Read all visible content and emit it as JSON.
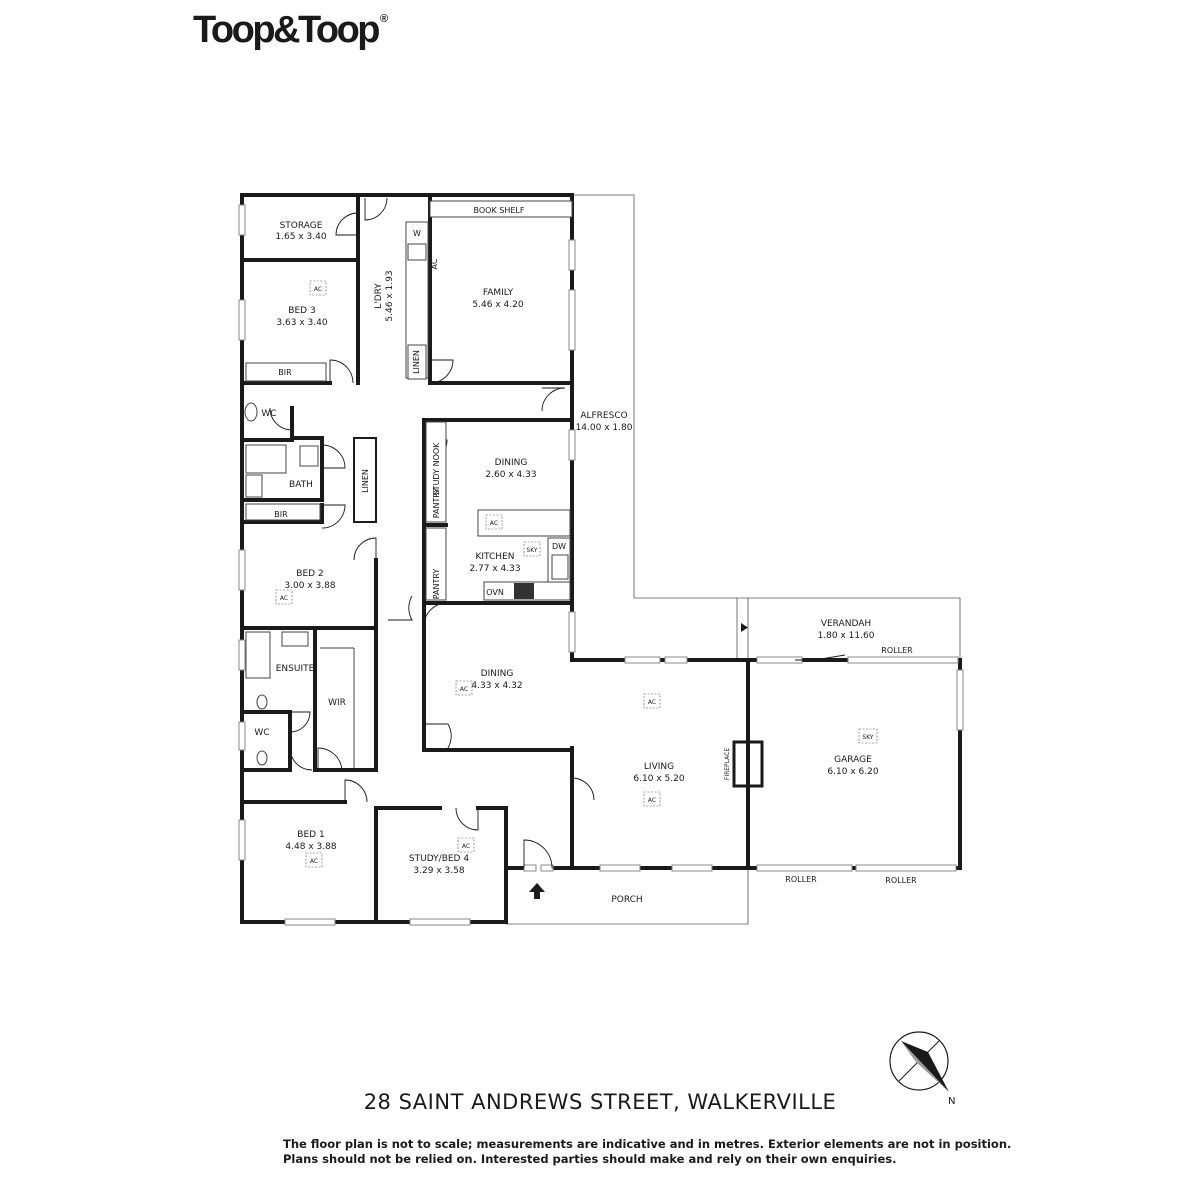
{
  "brand": {
    "logo_text": "Toop&Toop",
    "logo_mark": "®"
  },
  "address": "28 SAINT ANDREWS STREET, WALKERVILLE",
  "disclaimer": {
    "line1": "The floor plan is not to scale; measurements are indicative and in metres. Exterior elements are not in position.",
    "line2": "Plans should not be relied on. Interested parties should make and rely on their own enquiries."
  },
  "compass": {
    "label": "N"
  },
  "rooms": {
    "storage": {
      "name": "STORAGE",
      "dims": "1.65 x 3.40"
    },
    "bed3": {
      "name": "BED 3",
      "dims": "3.63 x 3.40"
    },
    "laundry": {
      "name": "L'DRY",
      "dims": "5.46 x 1.93"
    },
    "family": {
      "name": "FAMILY",
      "dims": "5.46 x 4.20"
    },
    "alfresco": {
      "name": "ALFRESCO",
      "dims": "14.00 x 1.80"
    },
    "dining1": {
      "name": "DINING",
      "dims": "2.60 x 4.33"
    },
    "kitchen": {
      "name": "KITCHEN",
      "dims": "2.77 x 4.33"
    },
    "bed2": {
      "name": "BED 2",
      "dims": "3.00 x 3.88"
    },
    "dining2": {
      "name": "DINING",
      "dims": "4.33 x 4.32"
    },
    "living": {
      "name": "LIVING",
      "dims": "6.10 x 5.20"
    },
    "verandah": {
      "name": "VERANDAH",
      "dims": "1.80 x 11.60"
    },
    "garage": {
      "name": "GARAGE",
      "dims": "6.10 x 6.20"
    },
    "bed1": {
      "name": "BED 1",
      "dims": "4.48 x 3.88"
    },
    "study": {
      "name": "STUDY/BED 4",
      "dims": "3.29 x 3.58"
    },
    "porch": {
      "name": "PORCH"
    },
    "wc1": {
      "name": "WC"
    },
    "bath": {
      "name": "BATH"
    },
    "ensuite": {
      "name": "ENSUITE"
    },
    "wir": {
      "name": "WIR"
    },
    "wc2": {
      "name": "WC"
    }
  },
  "fixtures": {
    "book_shelf": "BOOK SHELF",
    "bir": "BIR",
    "linen": "LINEN",
    "study_nook": "STUDY NOOK",
    "pantry": "PANTRY",
    "washer": "W",
    "dishwasher": "DW",
    "oven": "OVN",
    "fireplace": "FIREPLACE",
    "roller": "ROLLER",
    "ac": "AC",
    "sky": "SKY"
  }
}
